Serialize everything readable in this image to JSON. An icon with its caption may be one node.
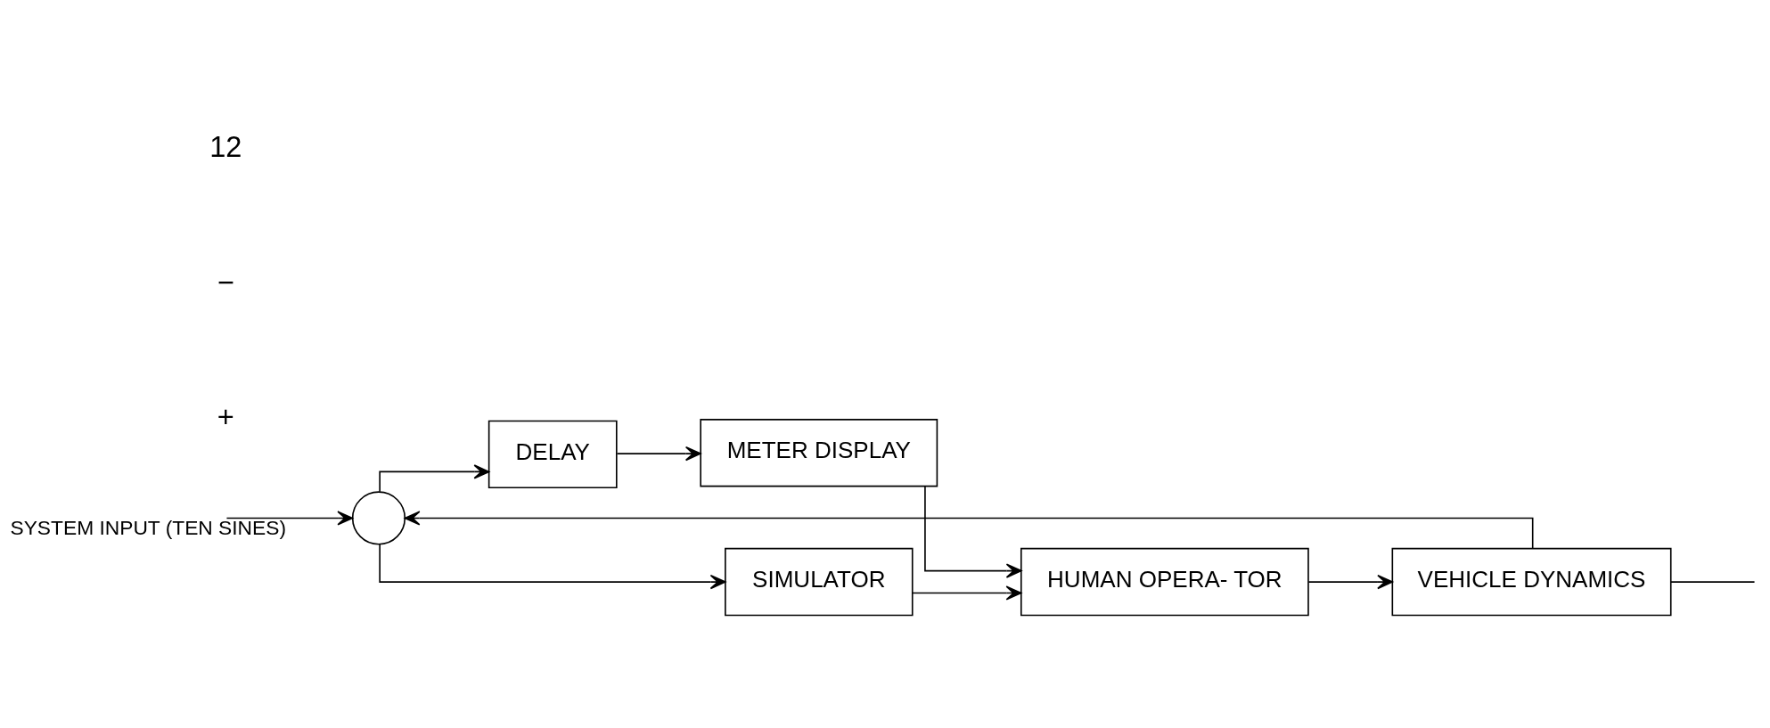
{
  "diagram": {
    "nodes": [
      {
        "text": [],
        "shape": "circle"
      },
      {
        "text": [
          "DELAY"
        ]
      },
      {
        "text": [
          "METER DISPLAY"
        ]
      },
      {
        "text": [
          "SIMULATOR"
        ]
      },
      {
        "text": [
          "HUMAN OPERA- TOR"
        ]
      },
      {
        "text": [
          "VEHICLE DYNAMICS"
        ]
      }
    ],
    "edges": [
      {
        "from": null,
        "to": 0,
        "arrow": "to",
        "label": "SYSTEM INPUT (TEN SINES)"
      },
      {
        "from": 0,
        "to": 1,
        "arrow": "to"
      },
      {
        "from": 0,
        "to": 3,
        "arrow": "to"
      },
      {
        "from": 1,
        "to": 2,
        "arrow": "to"
      },
      {
        "from": 2,
        "to": 4,
        "arrow": "to"
      },
      {
        "from": 3,
        "to": 4,
        "arrow": "to"
      },
      {
        "from": 4,
        "to": 5,
        "arrow": "to"
      },
      {
        "from": 5,
        "to": null,
        "arrow": "none"
      },
      {
        "from": 5,
        "to": 0,
        "arrow": "to"
      }
    ],
    "labels": [
      "+",
      "−",
      "12"
    ]
  }
}
